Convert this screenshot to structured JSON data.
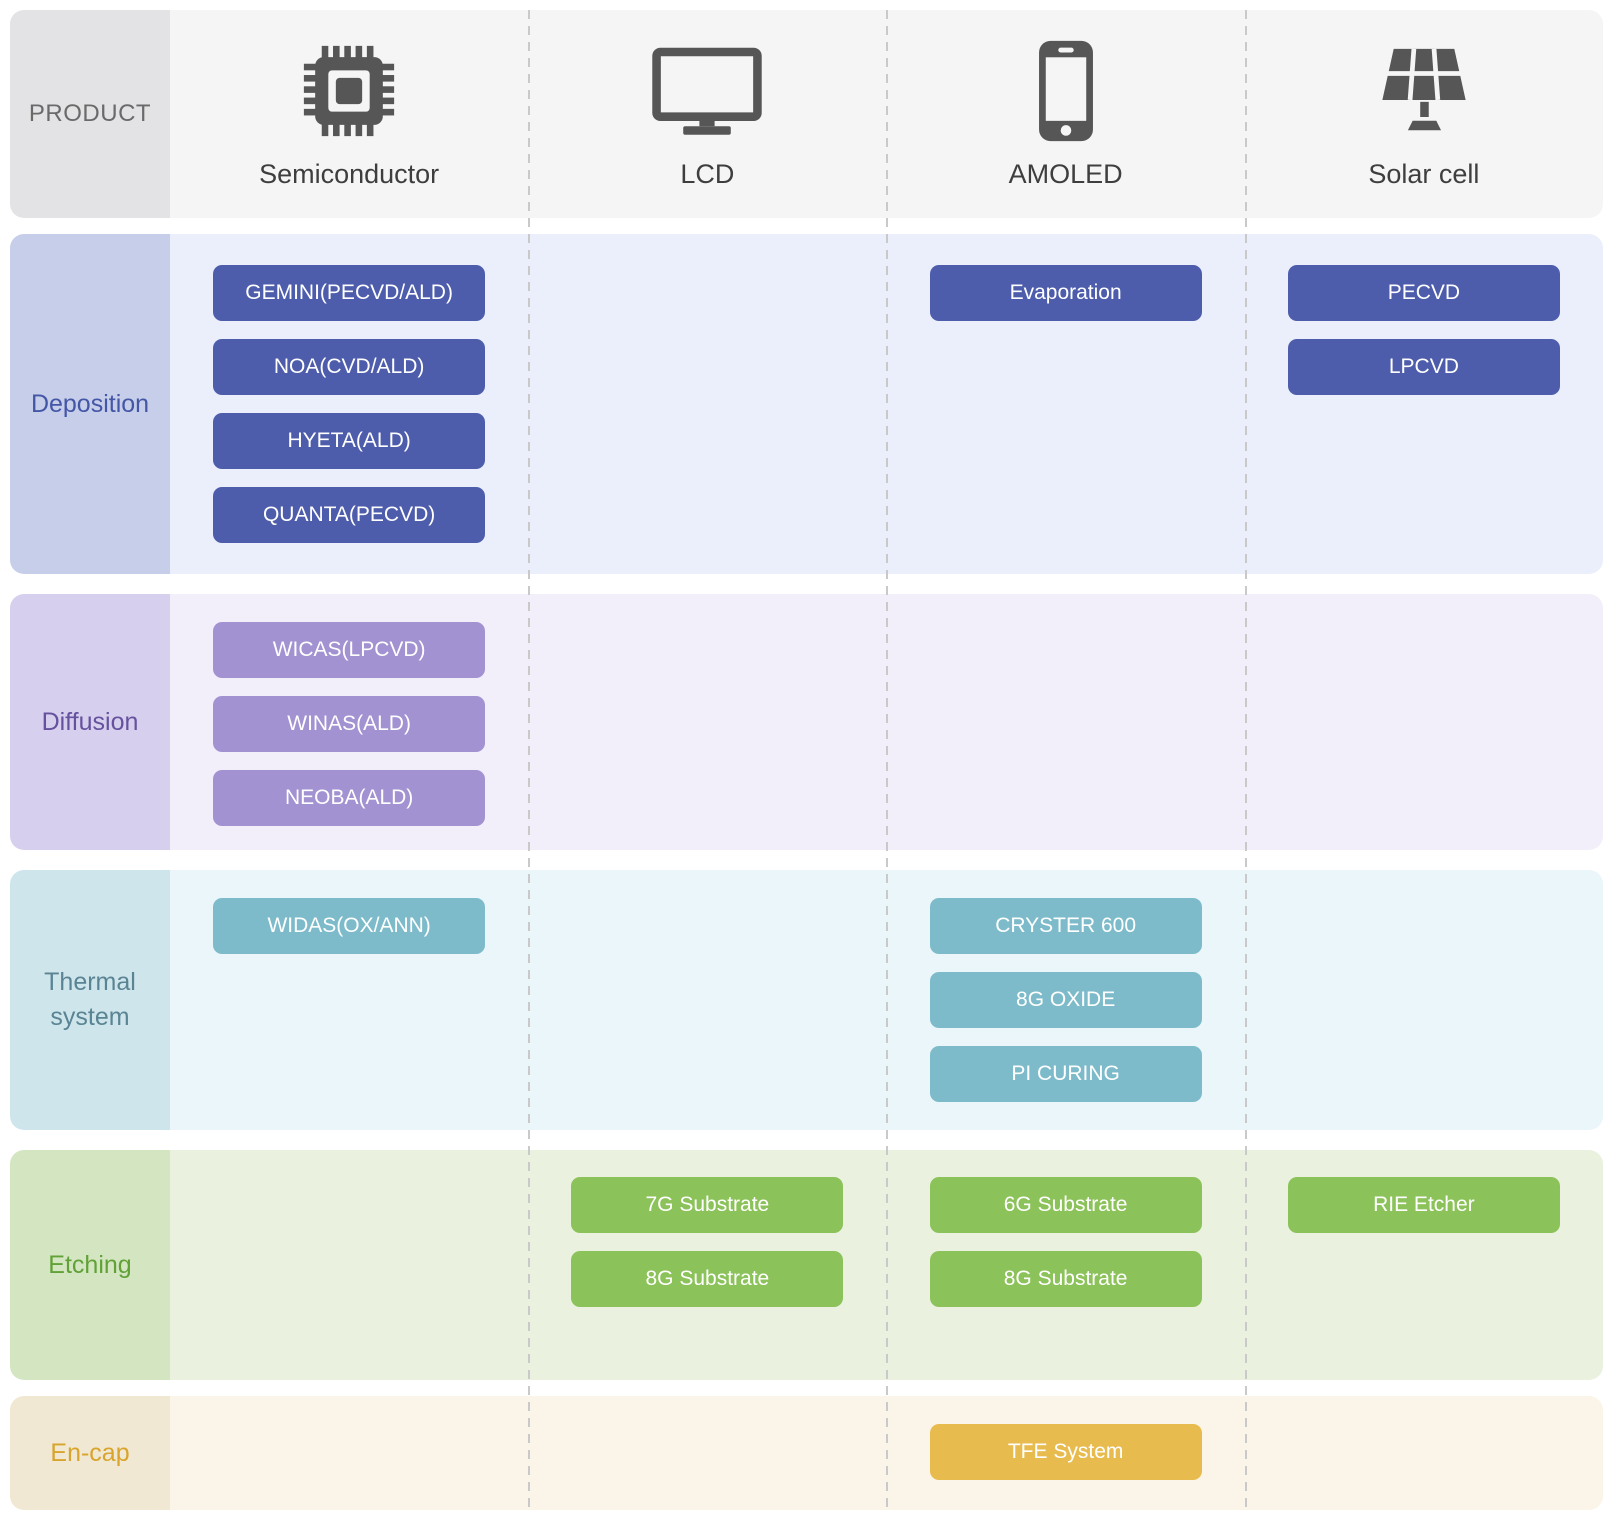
{
  "header": {
    "product_label": "PRODUCT",
    "columns": [
      {
        "label": "Semiconductor",
        "icon": "chip-icon"
      },
      {
        "label": "LCD",
        "icon": "monitor-icon"
      },
      {
        "label": "AMOLED",
        "icon": "smartphone-icon"
      },
      {
        "label": "Solar cell",
        "icon": "solar-panel-icon"
      }
    ]
  },
  "rows": [
    {
      "label": "Deposition",
      "colors": {
        "label_bg": "#c6ceea",
        "label_text": "#4456a6",
        "row_bg": "#ebeffb",
        "button_bg": "#4d5dab"
      },
      "products": {
        "semiconductor": [
          "GEMINI(PECVD/ALD)",
          "NOA(CVD/ALD)",
          "HYETA(ALD)",
          "QUANTA(PECVD)"
        ],
        "lcd": [],
        "amoled": [
          "Evaporation"
        ],
        "solar_cell": [
          "PECVD",
          "LPCVD"
        ]
      }
    },
    {
      "label": "Diffusion",
      "colors": {
        "label_bg": "#d6cfed",
        "label_text": "#66519e",
        "row_bg": "#f2effa",
        "button_bg": "#a292d1"
      },
      "products": {
        "semiconductor": [
          "WICAS(LPCVD)",
          "WINAS(ALD)",
          "NEOBA(ALD)"
        ],
        "lcd": [],
        "amoled": [],
        "solar_cell": []
      }
    },
    {
      "label": "Thermal system",
      "colors": {
        "label_bg": "#cee5ec",
        "label_text": "#5a8493",
        "row_bg": "#eaf6fa",
        "button_bg": "#7dbbca"
      },
      "products": {
        "semiconductor": [
          "WIDAS(OX/ANN)"
        ],
        "lcd": [],
        "amoled": [
          "CRYSTER 600",
          "8G OXIDE",
          "PI CURING"
        ],
        "solar_cell": []
      }
    },
    {
      "label": "Etching",
      "colors": {
        "label_bg": "#d4e6c1",
        "label_text": "#61a138",
        "row_bg": "#eaf2df",
        "button_bg": "#8cc25a"
      },
      "products": {
        "semiconductor": [],
        "lcd": [
          "7G Substrate",
          "8G Substrate"
        ],
        "amoled": [
          "6G Substrate",
          "8G Substrate"
        ],
        "solar_cell": [
          "RIE Etcher"
        ]
      }
    },
    {
      "label": "En-cap",
      "colors": {
        "label_bg": "#f0e8d2",
        "label_text": "#d8a42c",
        "row_bg": "#faf5e8",
        "button_bg": "#e8bb4f"
      },
      "products": {
        "semiconductor": [],
        "lcd": [],
        "amoled": [
          "TFE System"
        ],
        "solar_cell": []
      }
    }
  ],
  "divider_color": "#c9c9c9",
  "icon_color": "#565656"
}
